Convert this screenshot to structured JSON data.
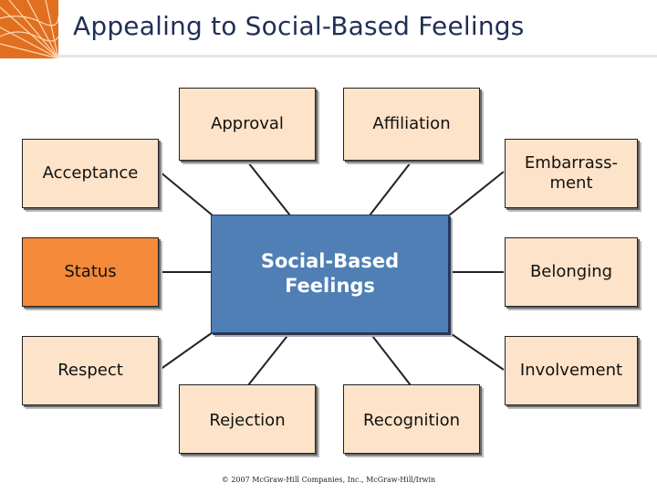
{
  "title": "Appealing to Social-Based Feelings",
  "center": "Social-Based\nFeelings",
  "nodes": {
    "approval": "Approval",
    "affiliation": "Affiliation",
    "acceptance": "Acceptance",
    "embarrassment": "Embarrass-\nment",
    "status": "Status",
    "belonging": "Belonging",
    "respect": "Respect",
    "involvement": "Involvement",
    "rejection": "Rejection",
    "recognition": "Recognition"
  },
  "footer": "© 2007 McGraw-Hill Companies, Inc., McGraw-Hill/Irwin",
  "colors": {
    "node_fill": "#fde3c9",
    "highlight_fill": "#f48a3a",
    "center_fill": "#4f7fb4",
    "logo": "#e0701f",
    "title_text": "#1f2f55"
  }
}
